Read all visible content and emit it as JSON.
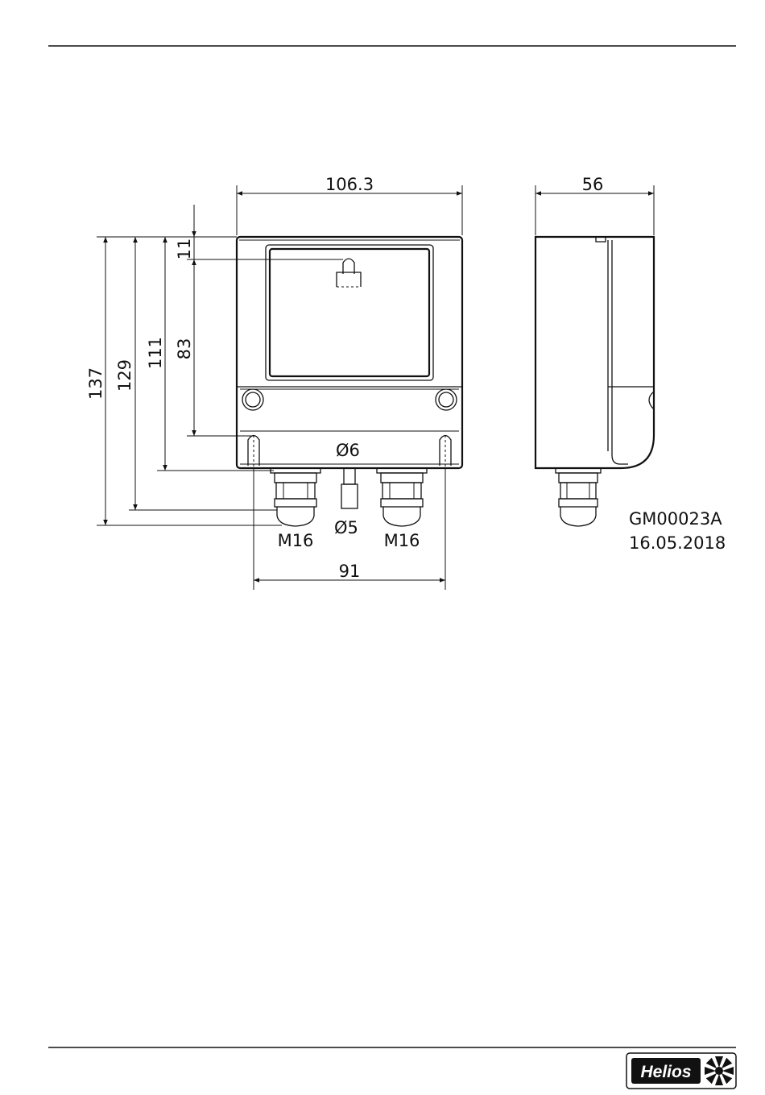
{
  "drawing": {
    "dimensions": {
      "width_front": "106.3",
      "depth_side": "56",
      "height_total": "137",
      "height_to_gland": "129",
      "height_housing": "111",
      "height_window": "83",
      "top_offset": "11",
      "tube_diameter_top": "Ø6",
      "tube_diameter_bottom": "Ø5",
      "gland_left": "M16",
      "gland_right": "M16",
      "mount_spacing": "91"
    },
    "drawing_code": "GM00023A",
    "drawing_date": "16.05.2018"
  },
  "footer": {
    "logo_text": "Helios"
  }
}
